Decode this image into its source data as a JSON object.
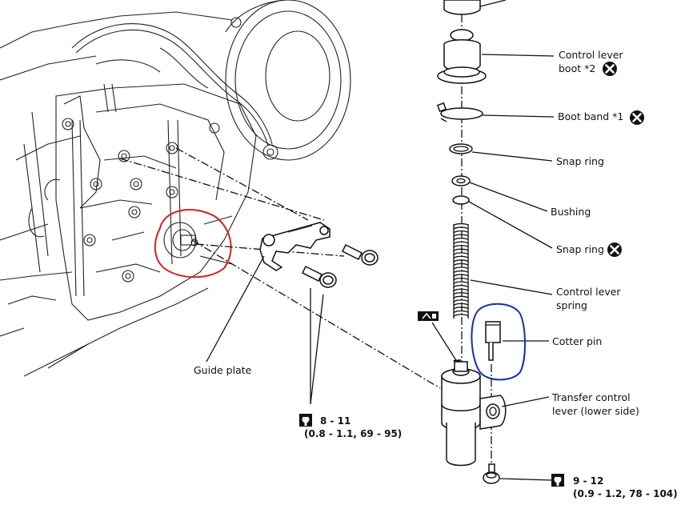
{
  "labels": {
    "control_lever_boot_line1": "Control lever",
    "control_lever_boot_line2": "boot *2",
    "boot_band": "Boot band *1",
    "snap_ring_upper": "Snap ring",
    "bushing": "Bushing",
    "snap_ring_lower": "Snap ring",
    "control_lever_spring_line1": "Control lever",
    "control_lever_spring_line2": "spring",
    "cotter_pin": "Cotter pin",
    "transfer_lever_line1": "Transfer control",
    "transfer_lever_line2": "lever (lower side)",
    "guide_plate": "Guide plate"
  },
  "torque": {
    "guide_plate_bolts_line1": "8 - 11",
    "guide_plate_bolts_line2": "(0.8 - 1.1, 69 - 95)",
    "lever_bolt_line1": "9 - 12",
    "lever_bolt_line2": "(0.9 - 1.2, 78 - 104)"
  },
  "annotation_colors": {
    "red_circle": "#d42020",
    "blue_circle": "#1a2fa8"
  },
  "icons": {
    "replace": "do-not-reuse-icon",
    "torque": "torque-wrench-icon",
    "grease": "grease-icon"
  }
}
